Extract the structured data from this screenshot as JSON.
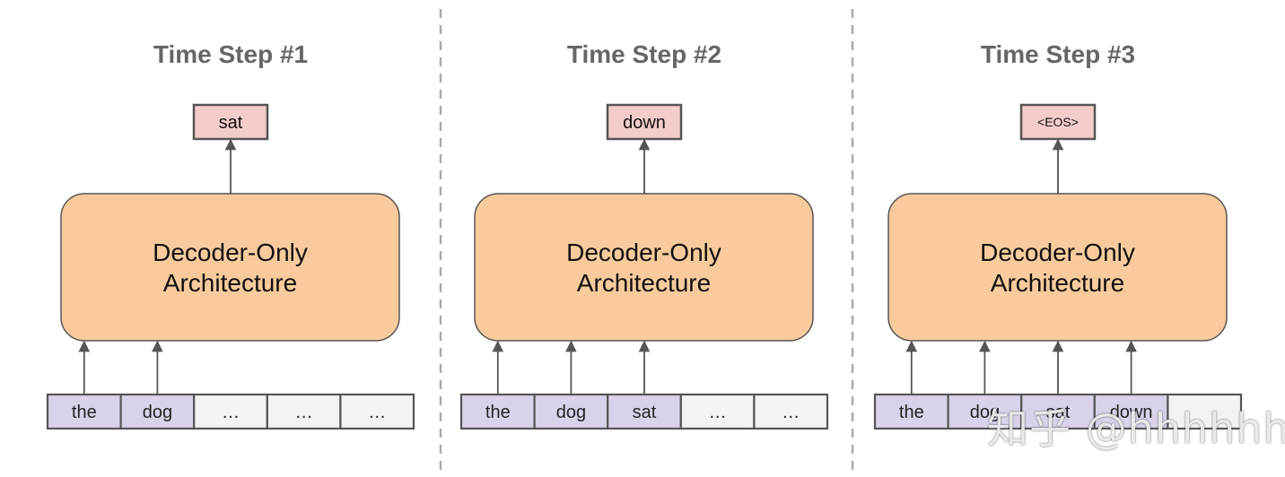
{
  "colors": {
    "decoder_fill": "#f9cb9c",
    "output_fill": "#f4cccc",
    "token_filled": "#d9d2e9",
    "token_empty": "#f3f3f3",
    "stroke": "#555555",
    "title": "#666666",
    "divider": "#aaaaaa"
  },
  "decoder_label": [
    "Decoder-Only",
    "Architecture"
  ],
  "empty_token": "…",
  "steps": [
    {
      "title": "Time Step #1",
      "output": "sat",
      "inputs": [
        "the",
        "dog",
        "…",
        "…",
        "…"
      ]
    },
    {
      "title": "Time Step #2",
      "output": "down",
      "inputs": [
        "the",
        "dog",
        "sat",
        "…",
        "…"
      ]
    },
    {
      "title": "Time Step #3",
      "output": "<EOS>",
      "inputs": [
        "the",
        "dog",
        "sat",
        "down",
        ""
      ]
    }
  ],
  "watermark": "知乎 @hhhhhh"
}
